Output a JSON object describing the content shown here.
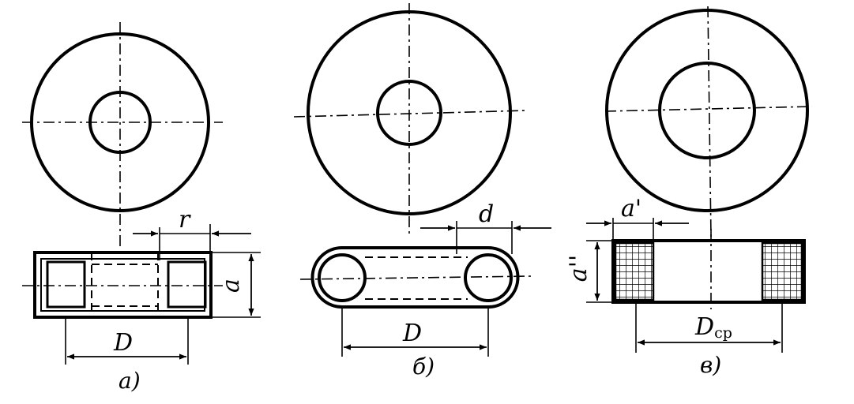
{
  "figures": [
    {
      "caption": "а)",
      "dims": {
        "r": "r",
        "a": "a",
        "D": "D"
      }
    },
    {
      "caption": "б)",
      "dims": {
        "d": "d",
        "D": "D"
      }
    },
    {
      "caption": "в)",
      "dims": {
        "a1": "a'",
        "a2": "a''",
        "Dcp_main": "D",
        "Dcp_sub": "cp"
      }
    }
  ]
}
